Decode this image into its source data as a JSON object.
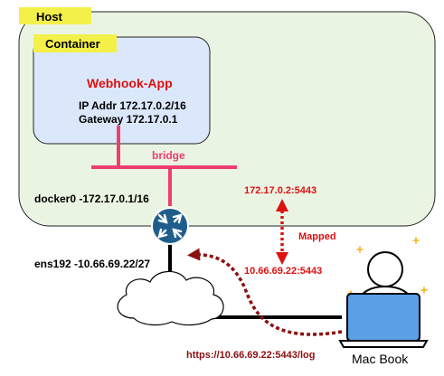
{
  "host": {
    "label": "Host"
  },
  "container": {
    "label": "Container"
  },
  "app": {
    "name": "Webhook-App",
    "ip_line": "IP Addr 172.17.0.2/16",
    "gateway_line": "Gateway 172.17.0.1"
  },
  "network": {
    "bridge_label": "bridge",
    "docker0_label": "docker0 -172.17.0.1/16",
    "ens192_label": "ens192 -10.66.69.22/27"
  },
  "mapping": {
    "container_addr": "172.17.0.2:5443",
    "mapped_label": "Mapped",
    "host_addr": "10.66.69.22:5443"
  },
  "client": {
    "url": "https://10.66.69.22:5443/log",
    "device_label": "Mac Book"
  },
  "colors": {
    "host_fill": "#eaf4e3",
    "host_stroke": "#222222",
    "tag_fill": "#f4f04a",
    "container_fill": "#dbe8fb",
    "bridge": "#ee3e71",
    "mapping": "#dd1111",
    "request": "#8b1010",
    "router": "#1f5e8c",
    "laptop": "#5aa0e6"
  }
}
